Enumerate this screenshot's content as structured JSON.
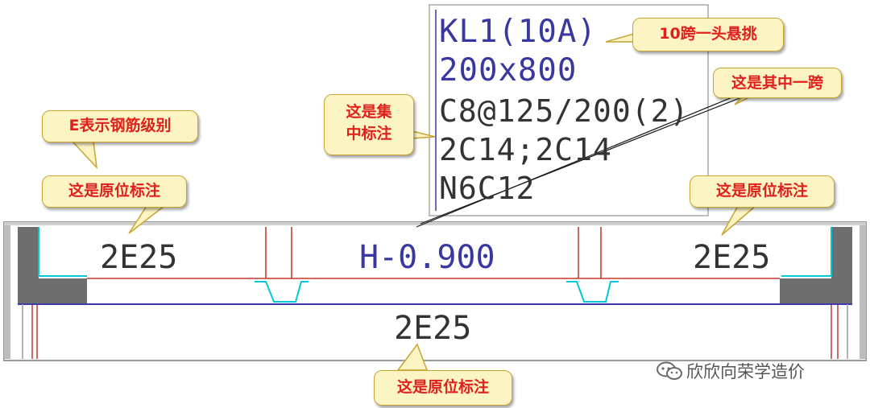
{
  "annotation": {
    "name": "KL1(10A)",
    "section": "200x800",
    "stirrup": "C8@125/200(2)",
    "long_bars": "2C14;2C14",
    "side_bars": "N6C12"
  },
  "beam_labels": {
    "left_top": "2E25",
    "middle_top": "H-0.900",
    "right_top": "2E25",
    "bottom": "2E25"
  },
  "callouts": {
    "span_count": "10跨一头悬挑",
    "one_span": "这是其中一跨",
    "centralized": [
      "这是集",
      "中标注"
    ],
    "grade": "E表示钢筋级别",
    "in_situ_left": "这是原位标注",
    "in_situ_right": "这是原位标注",
    "in_situ_bottom": "这是原位标注"
  },
  "watermark": "欣欣向荣学造价",
  "colors": {
    "annotation_text": "#3838a0",
    "beam_text": "#333333",
    "callout_text": "#e0201c",
    "callout_fill": "#fdf4c4",
    "red_line": "#c0392b",
    "cyan_line": "#00c8d8",
    "blue_line": "#3a3aa8"
  }
}
